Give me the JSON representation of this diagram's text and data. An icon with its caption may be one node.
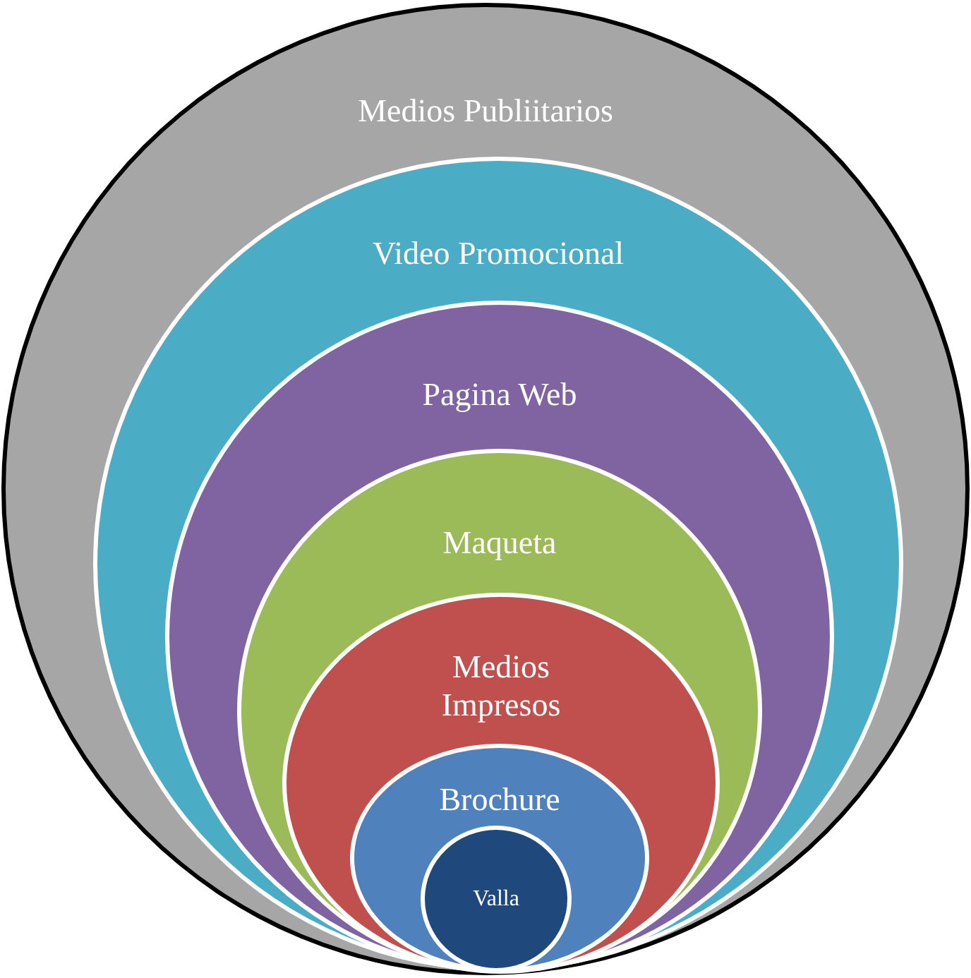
{
  "diagram": {
    "nodes": [
      {
        "text": [
          "Medios Publiitarios"
        ]
      },
      {
        "text": [
          "Video Promocional"
        ],
        "in": 0
      },
      {
        "text": [
          "Pagina Web"
        ],
        "in": 1
      },
      {
        "text": [
          "Maqueta"
        ],
        "in": 2
      },
      {
        "text": [
          "Medios Impresos"
        ],
        "in": 3
      },
      {
        "text": [
          "Brochure"
        ],
        "in": 4
      },
      {
        "text": [
          "Valla"
        ],
        "in": 5
      }
    ]
  }
}
